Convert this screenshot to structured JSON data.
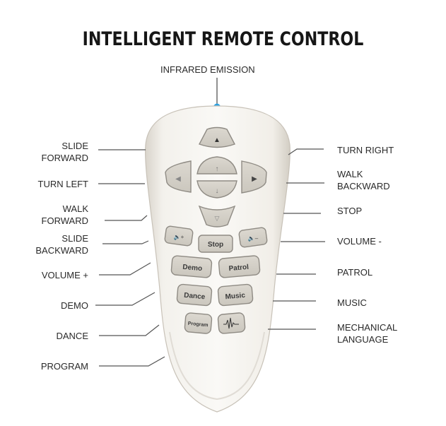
{
  "title": "INTELLIGENT REMOTE CONTROL",
  "top_label": "INFRARED EMISSION",
  "colors": {
    "remote_body": "#efece6",
    "button_face": "#d5d1c9",
    "button_outline": "#8f8b84",
    "led": "#2aa0e0",
    "leader_line": "#555555"
  },
  "left_labels": [
    {
      "id": "slide-forward",
      "line1": "SLIDE",
      "line2": "FORWARD"
    },
    {
      "id": "turn-left",
      "line1": "TURN LEFT",
      "line2": ""
    },
    {
      "id": "walk-forward",
      "line1": "WALK",
      "line2": "FORWARD"
    },
    {
      "id": "slide-backward",
      "line1": "SLIDE",
      "line2": "BACKWARD"
    },
    {
      "id": "volume-plus",
      "line1": "VOLUME +",
      "line2": ""
    },
    {
      "id": "demo",
      "line1": "DEMO",
      "line2": ""
    },
    {
      "id": "dance",
      "line1": "DANCE",
      "line2": ""
    },
    {
      "id": "program",
      "line1": "PROGRAM",
      "line2": ""
    }
  ],
  "right_labels": [
    {
      "id": "turn-right",
      "line1": "TURN RIGHT",
      "line2": ""
    },
    {
      "id": "walk-backward",
      "line1": "WALK",
      "line2": "BACKWARD"
    },
    {
      "id": "stop",
      "line1": "STOP",
      "line2": ""
    },
    {
      "id": "volume-minus",
      "line1": "VOLUME -",
      "line2": ""
    },
    {
      "id": "patrol",
      "line1": "PATROL",
      "line2": ""
    },
    {
      "id": "music",
      "line1": "MUSIC",
      "line2": ""
    },
    {
      "id": "mechanical-language",
      "line1": "MECHANICAL",
      "line2": "LANGUAGE"
    }
  ],
  "buttons": {
    "up": "▲",
    "left": "◀",
    "right": "▶",
    "walk_forward": "↑",
    "walk_backward": "↓",
    "slide_backward": "▽",
    "volume_plus": "🔈+",
    "stop": "Stop",
    "volume_minus": "🔈–",
    "demo": "Demo",
    "patrol": "Patrol",
    "dance": "Dance",
    "music": "Music",
    "program": "Program",
    "mechanical_language": "waveform"
  }
}
